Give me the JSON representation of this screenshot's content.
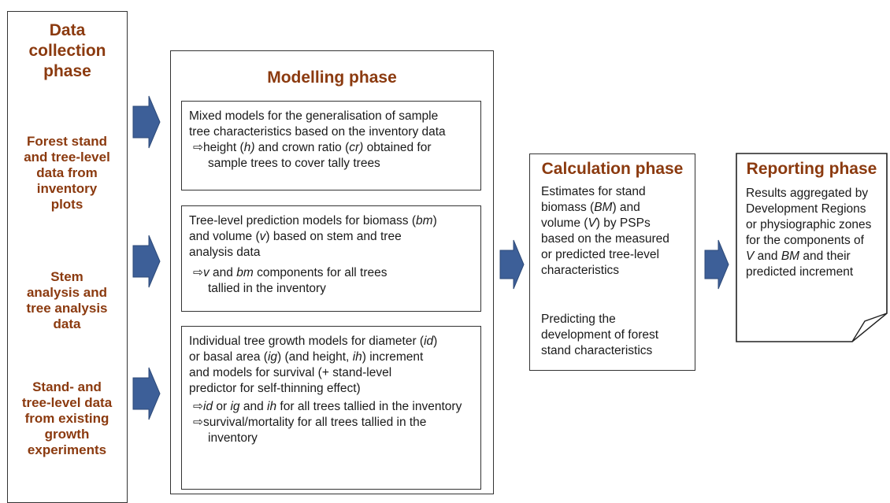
{
  "data_collection": {
    "title_line1": "Data",
    "title_line2": "collection",
    "title_line3": "phase",
    "sources": [
      [
        "Forest stand",
        "and tree-level",
        "data from",
        "inventory",
        "plots"
      ],
      [
        "Stem",
        "analysis and",
        "tree analysis",
        "data"
      ],
      [
        "Stand- and",
        "tree-level data",
        "from existing",
        "growth",
        "experiments"
      ]
    ]
  },
  "modelling": {
    "title": "Modelling phase",
    "box1": {
      "text1": "Mixed models for the generalisation of sample",
      "text2": "tree characteristics based on the inventory data",
      "b1": "height (",
      "b1_h": "h)",
      "b1_mid": " and crown ratio (",
      "b1_cr": "cr)",
      "b1_end": " obtained for",
      "b1_line2": "sample trees to cover tally trees"
    },
    "box2": {
      "line1_a": "Tree-level prediction models for biomass (",
      "line1_bm": "bm",
      "line1_b": ")",
      "line2_a": "and volume  (",
      "line2_v": "v",
      "line2_b": ") based on stem and tree",
      "line3": "analysis data",
      "b1_v": "v",
      "b1_mid": " and ",
      "b1_bm": "bm",
      "b1_end": " components for all trees",
      "b1_line2": "tallied in the inventory"
    },
    "box3": {
      "line1_a": "Individual tree growth models for diameter (",
      "line1_id": "id",
      "line1_b": ")",
      "line2_a": "or basal area (",
      "line2_ig": "ig",
      "line2_b": ") (and height, ",
      "line2_ih": "ih",
      "line2_c": ") increment",
      "line3": "and models for survival (+ stand-level",
      "line4": "predictor for self-thinning effect)",
      "b1_id": "id",
      "b1_or": " or ",
      "b1_ig": "ig",
      "b1_and": " and ",
      "b1_ih": "ih",
      "b1_end": " for all trees tallied in the inventory",
      "b2": "survival/mortality for all trees tallied in the",
      "b2_line2": "inventory"
    }
  },
  "calculation": {
    "title": "Calculation phase",
    "p1_l1": "Estimates for stand",
    "p1_l2a": "biomass (",
    "p1_l2_BM": "BM",
    "p1_l2b": ") and",
    "p1_l3a": "volume (",
    "p1_l3_V": "V",
    "p1_l3b": ") by PSPs",
    "p1_l4": "based on the measured",
    "p1_l5": "or predicted tree-level",
    "p1_l6": "characteristics",
    "p2_l1": "Predicting the",
    "p2_l2": "development of forest",
    "p2_l3": "stand characteristics"
  },
  "reporting": {
    "title": "Reporting phase",
    "l1": "Results aggregated by",
    "l2": "Development Regions",
    "l3": "or physiographic zones",
    "l4": "for the components of",
    "l5_V": "V",
    "l5_mid": " and ",
    "l5_BM": "BM",
    "l5_end": " and their",
    "l6": "predicted increment"
  },
  "colors": {
    "title": "#8b3a0f",
    "arrow": "#3d5f98",
    "border": "#333333"
  },
  "icons": {
    "bullet": "⇨"
  }
}
